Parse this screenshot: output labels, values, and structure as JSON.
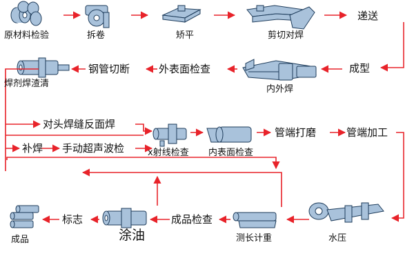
{
  "colors": {
    "arrow": "#e8232a",
    "machine_fill": "#a9c2db",
    "machine_stroke": "#1d3b5a",
    "text": "#111111"
  },
  "steps": {
    "raw_material_inspection": "原材料检验",
    "uncoiling": "拆卷",
    "leveling": "矫平",
    "shear_butt_weld": "剪切对焊",
    "conveying": "递送",
    "forming": "成型",
    "inner_outer_welding": "内外焊",
    "outer_surface_check": "外表面检查",
    "pipe_cutting": "钢管切断",
    "flux_slag_cleaning": "焊剂焊渣清",
    "reverse_side_weld": "对头焊缝反面焊",
    "repair_weld": "补焊",
    "manual_ultrasonic": "手动超声波检",
    "xray_inspection": "x射线检查",
    "inner_surface_check": "内表面检查",
    "end_grinding": "管端打磨",
    "end_machining": "管端加工",
    "hydro_test": "水压",
    "length_weight_measure": "测长计重",
    "final_inspection": "成品检查",
    "oiling": "涂油",
    "marking": "标志",
    "finished_product": "成品"
  },
  "icons": [
    "coil-stack-icon",
    "uncoiler-icon",
    "leveler-icon",
    "shear-welder-icon",
    "welder-machine-icon",
    "pipe-cutter-icon",
    "xray-machine-icon",
    "inner-inspect-icon",
    "hydro-tester-icon",
    "measuring-table-icon",
    "oiling-machine-icon",
    "finished-pipes-icon"
  ]
}
